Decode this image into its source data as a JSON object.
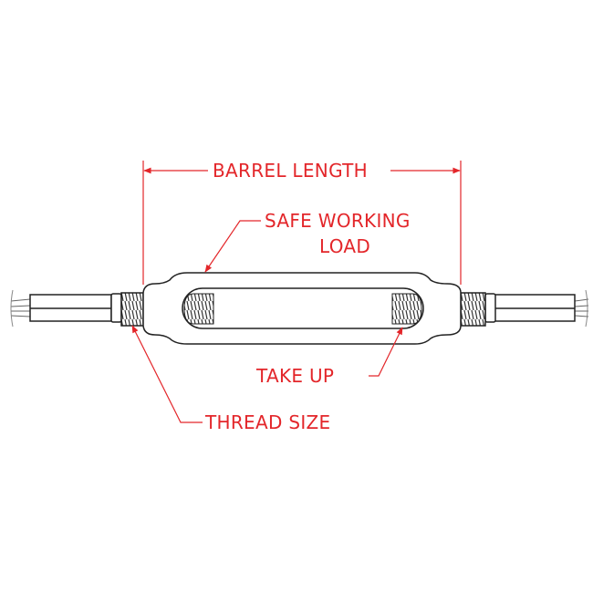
{
  "labels": {
    "barrel_length": "BARREL LENGTH",
    "safe_working_load_line1": "SAFE WORKING",
    "safe_working_load_line2": "LOAD",
    "take_up": "TAKE UP",
    "thread_size": "THREAD SIZE"
  },
  "colors": {
    "annotation": "#e3262a",
    "drawing": "#222222"
  }
}
